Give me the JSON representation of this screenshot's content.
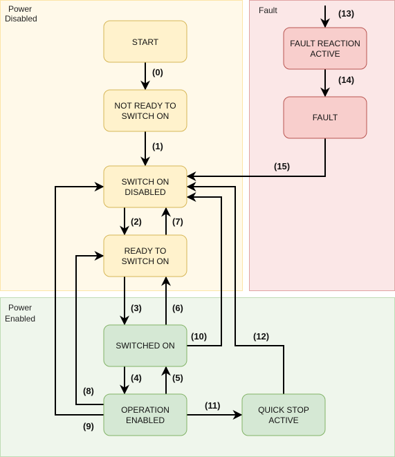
{
  "regions": {
    "power_disabled": {
      "line1": "Power",
      "line2": "Disabled",
      "fill": "#fff9e9",
      "stroke": "#fce5a7"
    },
    "fault": {
      "label": "Fault",
      "fill": "#fbe7e7",
      "stroke": "#e0a3a3"
    },
    "power_enabled": {
      "line1": "Power",
      "line2": "Enabled",
      "fill": "#eff6ec",
      "stroke": "#bfdbb5"
    }
  },
  "colors": {
    "yellow_state_fill": "#fff2cc",
    "yellow_state_stroke": "#d6b656",
    "red_state_fill": "#f8cecc",
    "red_state_stroke": "#b85450",
    "green_state_fill": "#d5e8d4",
    "green_state_stroke": "#82b366"
  },
  "states": {
    "start": {
      "line1": "START"
    },
    "not_ready": {
      "line1": "NOT READY TO",
      "line2": "SWITCH ON"
    },
    "switch_on_disabled": {
      "line1": "SWITCH ON",
      "line2": "DISABLED"
    },
    "ready_to_switch_on": {
      "line1": "READY TO",
      "line2": "SWITCH ON"
    },
    "switched_on": {
      "line1": "SWITCHED ON"
    },
    "operation_enabled": {
      "line1": "OPERATION",
      "line2": "ENABLED"
    },
    "quick_stop_active": {
      "line1": "QUICK STOP",
      "line2": "ACTIVE"
    },
    "fault_reaction_active": {
      "line1": "FAULT REACTION",
      "line2": "ACTIVE"
    },
    "fault": {
      "line1": "FAULT"
    }
  },
  "transitions": {
    "t0": "(0)",
    "t1": "(1)",
    "t2": "(2)",
    "t3": "(3)",
    "t4": "(4)",
    "t5": "(5)",
    "t6": "(6)",
    "t7": "(7)",
    "t8": "(8)",
    "t9": "(9)",
    "t10": "(10)",
    "t11": "(11)",
    "t12": "(12)",
    "t13": "(13)",
    "t14": "(14)",
    "t15": "(15)"
  }
}
